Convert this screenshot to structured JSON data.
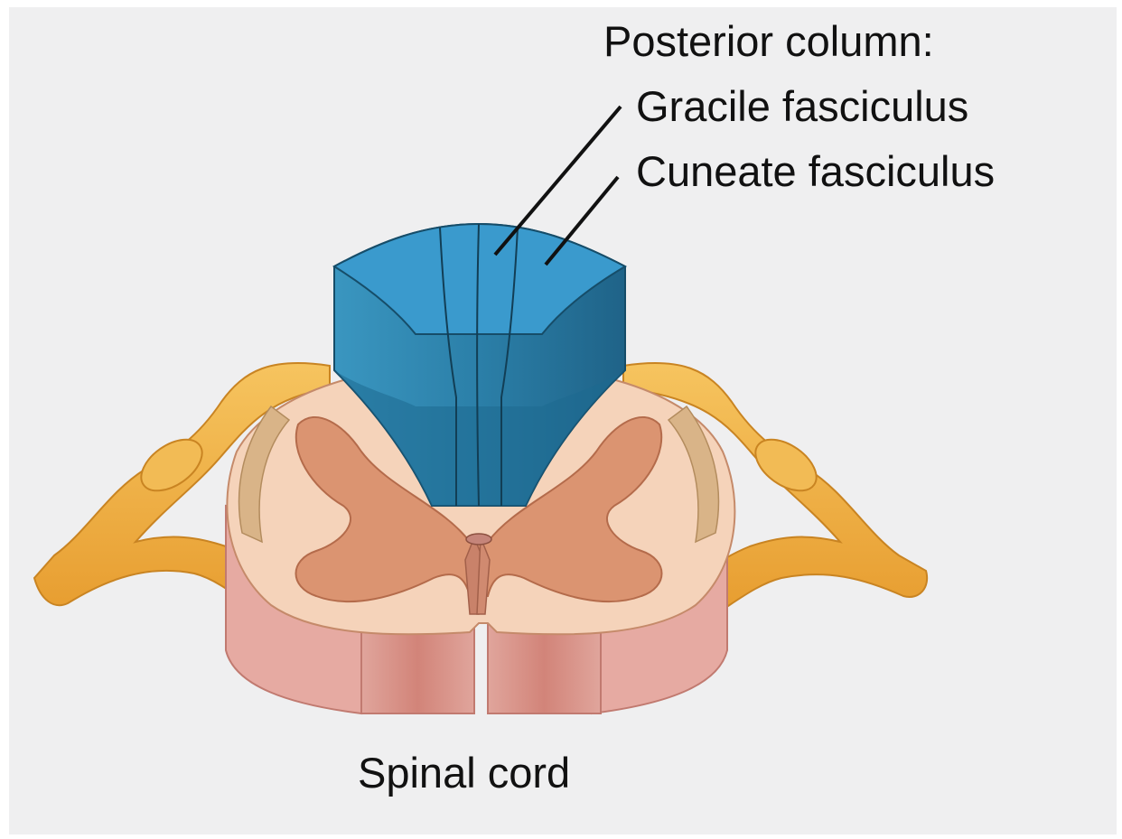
{
  "labels": {
    "posterior_column": "Posterior column:",
    "gracile_fasciculus": "Gracile fasciculus",
    "cuneate_fasciculus": "Cuneate fasciculus",
    "spinal_cord": "Spinal cord"
  },
  "colors": {
    "background": "#efeff0",
    "posterior_column_blue": "#2e86b0",
    "posterior_column_dark": "#1c5f80",
    "grey_matter": "#d9906d",
    "white_matter": "#f4cfb4",
    "cord_cut_face": "#d98f86",
    "nerve_roots": "#f0b44a",
    "label_lines": "#111111"
  }
}
